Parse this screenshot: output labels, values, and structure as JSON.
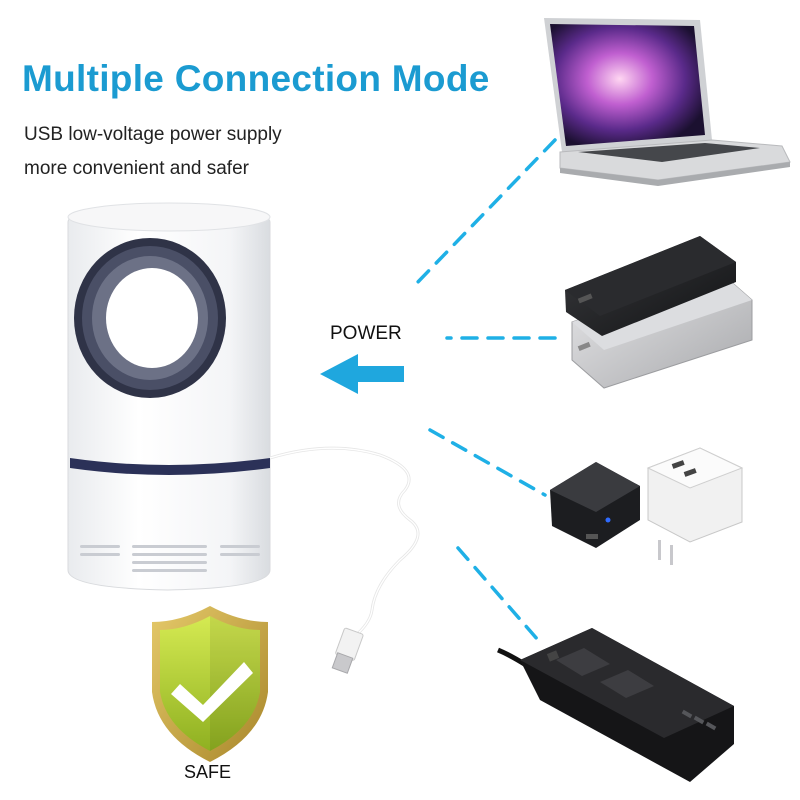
{
  "headline": "Multiple Connection Mode",
  "subtitle_lines": [
    "USB low-voltage power supply",
    "more convenient and safer"
  ],
  "power_label": "POWER",
  "safe_label": "SAFE",
  "colors": {
    "accent_blue": "#1b9bd1",
    "shield_green": "#b5d334",
    "shield_gold": "#c7a23a",
    "text_dark": "#222222"
  },
  "icons": [
    "mosquito-lamp-image",
    "usb-cable-image",
    "laptop-image",
    "power-bank-image",
    "wall-adapters-image",
    "power-strip-image",
    "safe-shield-icon",
    "arrow-left-icon"
  ]
}
